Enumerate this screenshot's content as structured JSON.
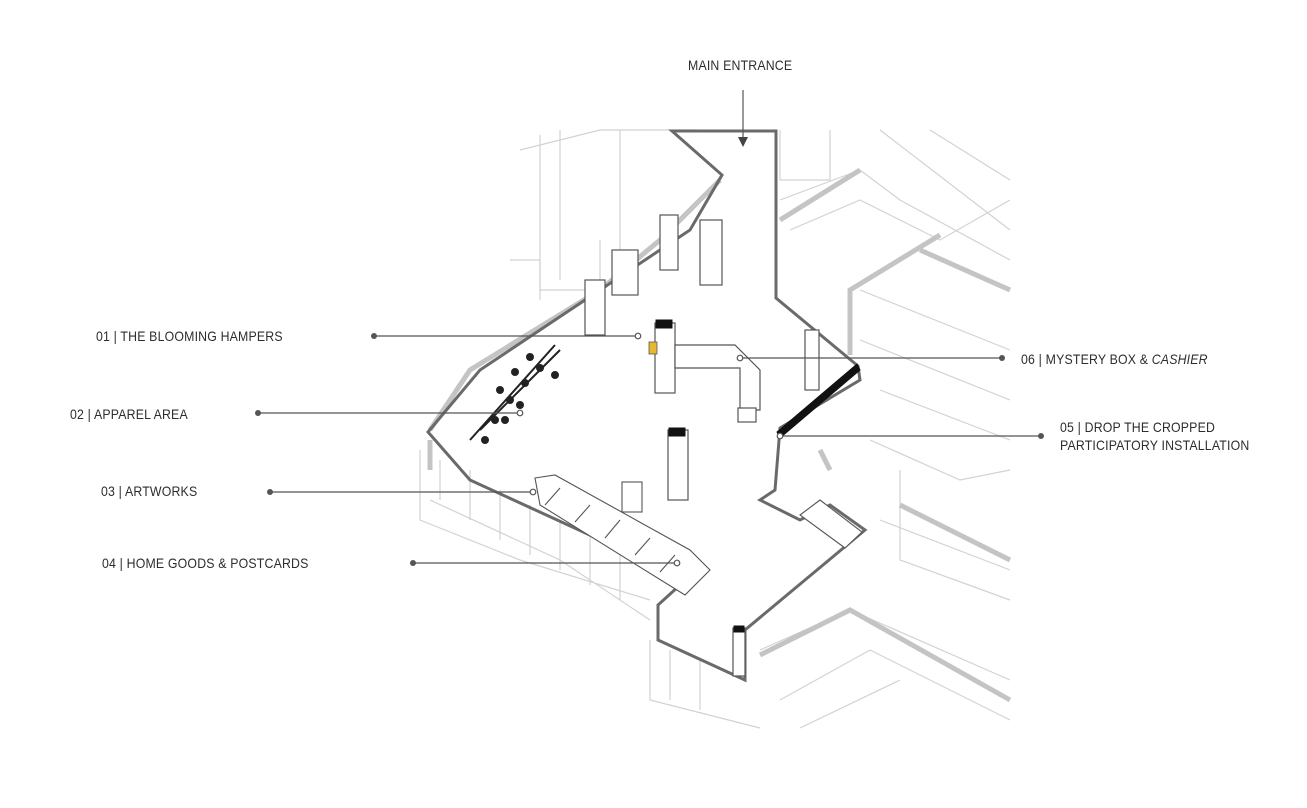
{
  "entrance": {
    "label": "MAIN ENTRANCE"
  },
  "callouts": [
    {
      "number": "01",
      "text": "THE BLOOMING HAMPERS"
    },
    {
      "number": "02",
      "text": "APPAREL AREA"
    },
    {
      "number": "03",
      "text": "ARTWORKS"
    },
    {
      "number": "04",
      "text": "HOME GOODS & POSTCARDS"
    },
    {
      "number": "05",
      "text_line1": "DROP THE CROPPED",
      "text_line2": "PARTICIPATORY INSTALLATION"
    },
    {
      "number": "06",
      "text": "MYSTERY BOX & ",
      "text_italic": "CASHIER"
    }
  ],
  "separator": " | ",
  "colors": {
    "plan_outline": "#666666",
    "context_lines": "#c8c8c8",
    "leader_lines": "#555555",
    "accent_yellow": "#e8b730",
    "text": "#2d2d2d"
  }
}
